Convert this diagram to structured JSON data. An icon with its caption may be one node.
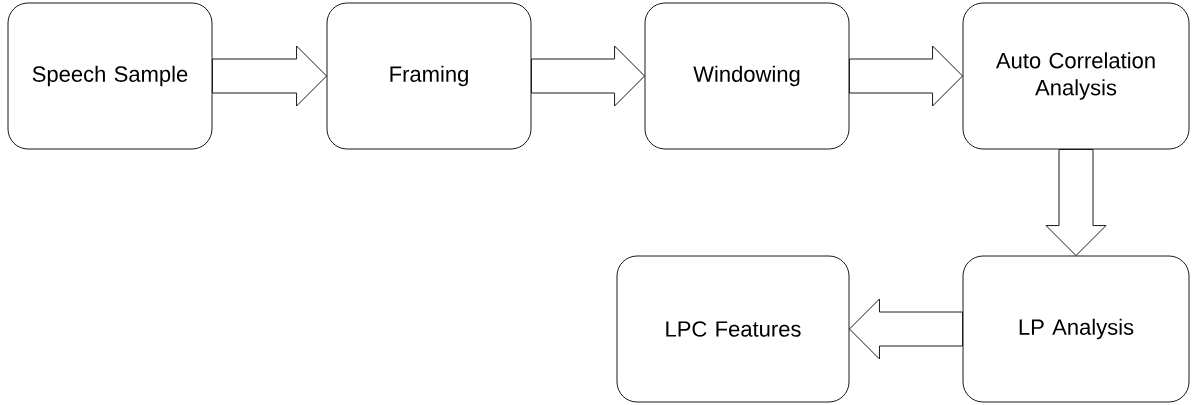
{
  "diagram": {
    "nodes": [
      {
        "text": [
          "Speech Sample"
        ]
      },
      {
        "text": [
          "Framing"
        ]
      },
      {
        "text": [
          "Windowing"
        ]
      },
      {
        "text": [
          "Auto Correlation Analysis"
        ]
      },
      {
        "text": [
          "LP Analysis"
        ]
      },
      {
        "text": [
          "LPC Features"
        ]
      }
    ],
    "edges": [
      {
        "from": 0,
        "to": 1,
        "arrow": "to"
      },
      {
        "from": 1,
        "to": 2,
        "arrow": "to"
      },
      {
        "from": 2,
        "to": 3,
        "arrow": "to"
      },
      {
        "from": 3,
        "to": 4,
        "arrow": "to"
      },
      {
        "from": 4,
        "to": 5,
        "arrow": "to"
      }
    ]
  }
}
